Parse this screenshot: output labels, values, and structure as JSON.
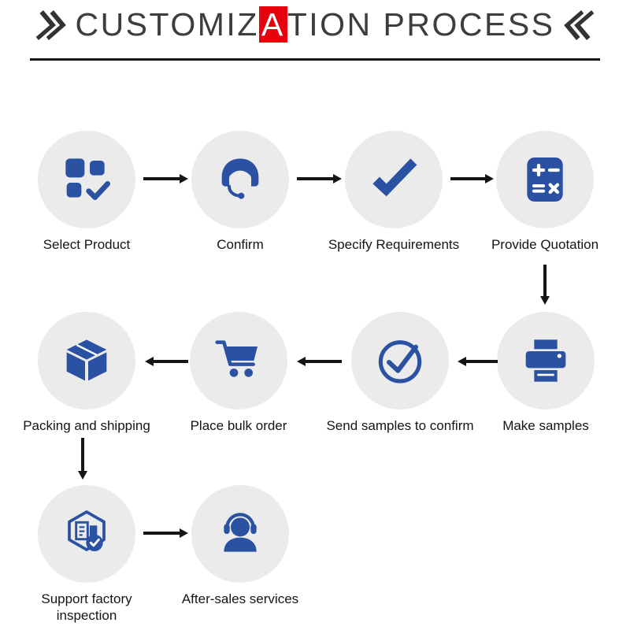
{
  "title": {
    "text_before": "CUSTOMIZ",
    "text_highlight": "A",
    "text_after": "TION PROCESS",
    "left_mark_icon": "double-chevron-left-icon",
    "right_mark_icon": "double-chevron-right-icon"
  },
  "colors": {
    "icon_blue": "#2b52a2",
    "circle_bg": "#ebebeb",
    "arrow": "#151515",
    "highlight_bg": "#e8000d"
  },
  "steps": [
    {
      "label": "Select Product",
      "icon": "product-grid-icon"
    },
    {
      "label": "Confirm",
      "icon": "customer-service-icon"
    },
    {
      "label": "Specify Requirements",
      "icon": "checkmark-icon"
    },
    {
      "label": "Provide Quotation",
      "icon": "calculator-icon"
    },
    {
      "label": "Make samples",
      "icon": "printer-icon"
    },
    {
      "label": "Send samples to confirm",
      "icon": "circle-check-icon"
    },
    {
      "label": "Place bulk order",
      "icon": "cart-icon"
    },
    {
      "label": "Packing and shipping",
      "icon": "package-icon"
    },
    {
      "label": "Support factory inspection",
      "icon": "factory-inspection-icon"
    },
    {
      "label": "After-sales services",
      "icon": "headset-person-icon"
    }
  ]
}
